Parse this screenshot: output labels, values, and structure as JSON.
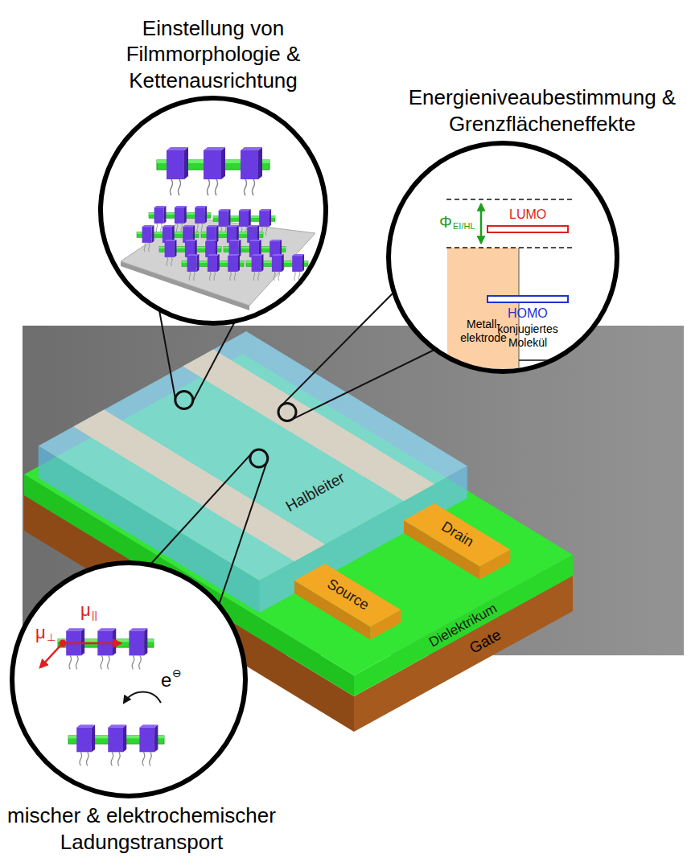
{
  "diagram": {
    "nodes": [
      {
        "text": [
          "Einstellung von Filmmorphologie & Kettenausrichtung"
        ]
      },
      {
        "text": [
          "Energieniveaubestimmung & Grenzflächeneffekte"
        ]
      },
      {
        "text": [
          "mischer & elektrochemischer Ladungstransport"
        ]
      }
    ],
    "labels": [
      "Φ",
      "EI/HL",
      "LUMO",
      "HOMO",
      "Metall- elektrode",
      "konjugiertes Molekül",
      "Halbleiter",
      "Drain",
      "Source",
      "Dielektrikum",
      "Gate",
      "μ",
      "||",
      "μ",
      "⊥",
      "e",
      "⊖"
    ]
  }
}
